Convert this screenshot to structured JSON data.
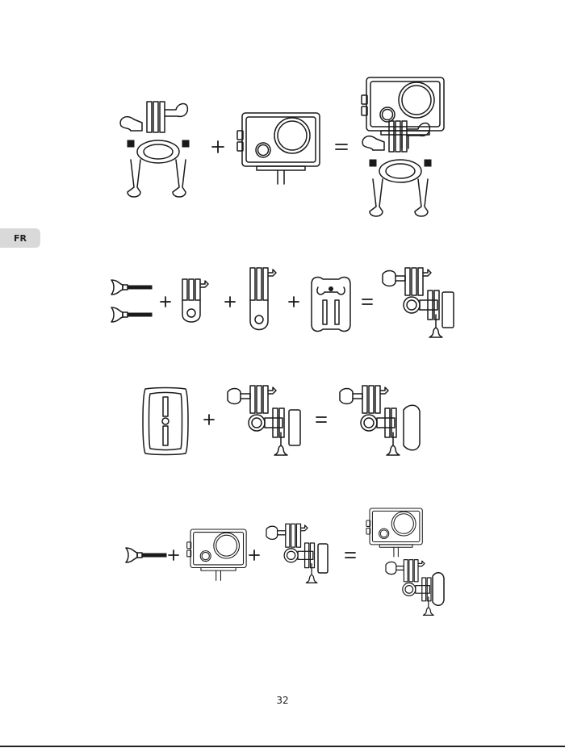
{
  "sidebar": {
    "language_tab": "FR"
  },
  "footer": {
    "page_number": "32"
  },
  "icons": {
    "plus": "plus-sign",
    "equals": "equals-sign",
    "camera": "waterproof-case-camera-icon",
    "screw": "thumb-screw-icon",
    "bike-mount": "handlebar-mount-icon",
    "adapter": "pivot-arm-adapter-icon",
    "buckle": "quick-release-buckle-icon",
    "adhesive": "curved-adhesive-mount-icon"
  },
  "colors": {
    "ink": "#1a1a1a",
    "tab_bg": "#d9d9d9",
    "page_bg": "#ffffff"
  }
}
